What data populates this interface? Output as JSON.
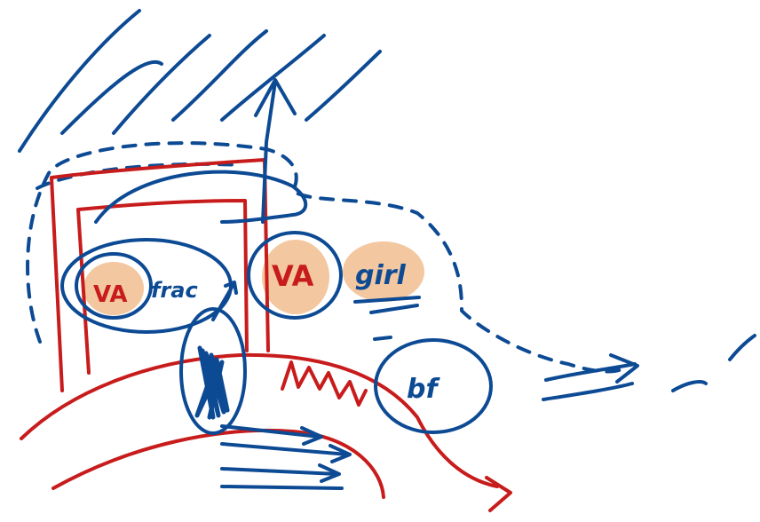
{
  "colors": {
    "ink_blue": "#0d4a94",
    "ink_red": "#c81c1c",
    "highlight": "#f2c49b",
    "background": "#ffffff"
  },
  "labels": {
    "va_inner": "VA",
    "frac": "frac",
    "va_outer": "VA",
    "girl": "girl",
    "bf": "bf"
  }
}
